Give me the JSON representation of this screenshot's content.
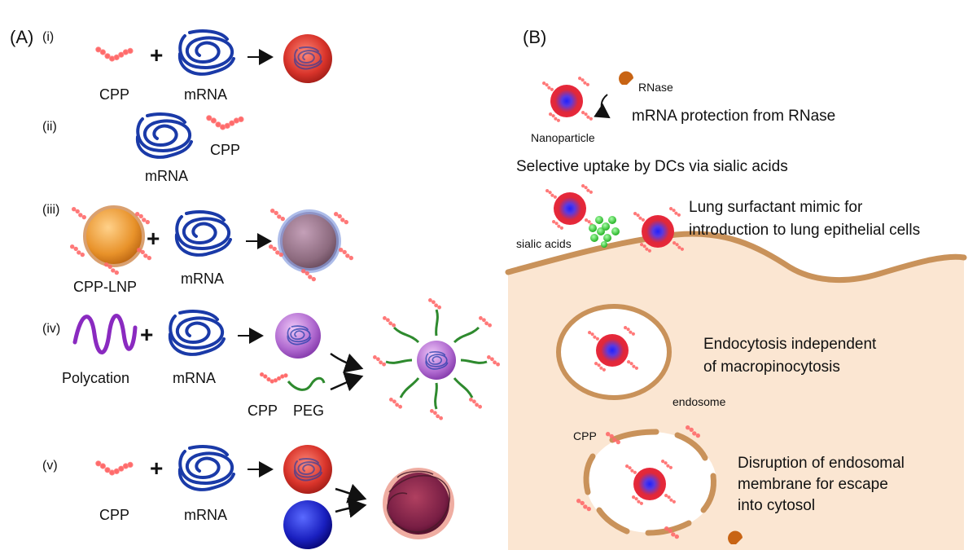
{
  "panel_a": {
    "label": "(A)",
    "rows": [
      {
        "numeral": "(i)",
        "labels": [
          "CPP",
          "mRNA"
        ]
      },
      {
        "numeral": "(ii)",
        "labels": [
          "mRNA",
          "CPP"
        ]
      },
      {
        "numeral": "(iii)",
        "labels": [
          "CPP-LNP",
          "mRNA"
        ]
      },
      {
        "numeral": "(iv)",
        "labels": [
          "Polycation",
          "mRNA",
          "CPP",
          "PEG"
        ]
      },
      {
        "numeral": "(v)",
        "labels": [
          "CPP",
          "mRNA"
        ]
      }
    ],
    "plus": "+"
  },
  "panel_b": {
    "label": "(B)",
    "rnase": "RNase",
    "nanoparticle": "Nanoparticle",
    "protection": "mRNA protection from RNase",
    "selective": "Selective uptake by DCs via sialic acids",
    "sialic": "sialic acids",
    "lung_1": "Lung surfactant mimic for",
    "lung_2": "introduction to lung epithelial cells",
    "endo_1": "Endocytosis independent",
    "endo_2": "of macropinocytosis",
    "endosome": "endosome",
    "cpp": "CPP",
    "disr_1": "Disruption of endosomal",
    "disr_2": "membrane for escape",
    "disr_3": "into cytosol"
  },
  "colors": {
    "cpp": "#ff6b6b",
    "mrna": "#1a3aa8",
    "lnp": "#e08a28",
    "polycation": "#8a2ac0",
    "peg": "#2e8a2e",
    "cell": "#fbe6d2",
    "membrane": "#c9925a",
    "np_outer": "#e8283a",
    "np_inner": "#2a2aff",
    "rnase": "#c86414",
    "sialic": "#3ccf3c"
  }
}
